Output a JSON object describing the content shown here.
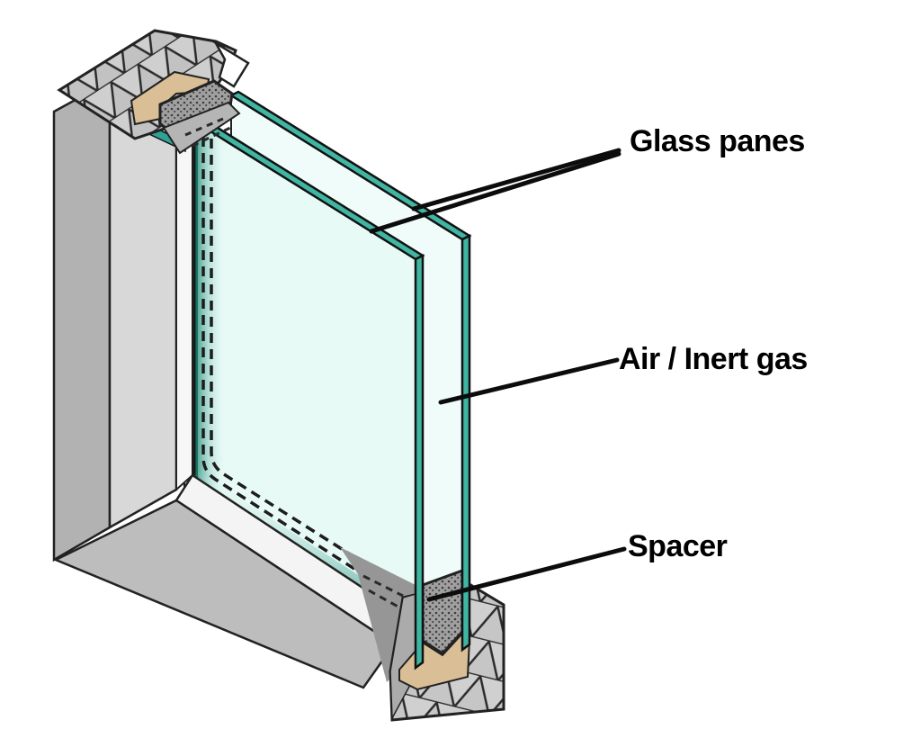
{
  "diagram": {
    "labels": {
      "glass_panes": "Glass panes",
      "air_inert_gas": "Air / Inert gas",
      "spacer": "Spacer"
    },
    "colors": {
      "background": "#ffffff",
      "glass_face": "#e7faf6",
      "glass_edge_teal": "#3fb5a2",
      "glazing_dark_teal": "#15705f",
      "frame_gray": "#c6c6c6",
      "frame_dark_gray": "#b2b2b2",
      "frame_white": "#f4f4f4",
      "sealant_tan": "#d9be96",
      "spacer_gray": "#9b9b9b",
      "outline": "#222222",
      "leader_line": "#0c0c0c",
      "label_text": "#000000"
    }
  }
}
